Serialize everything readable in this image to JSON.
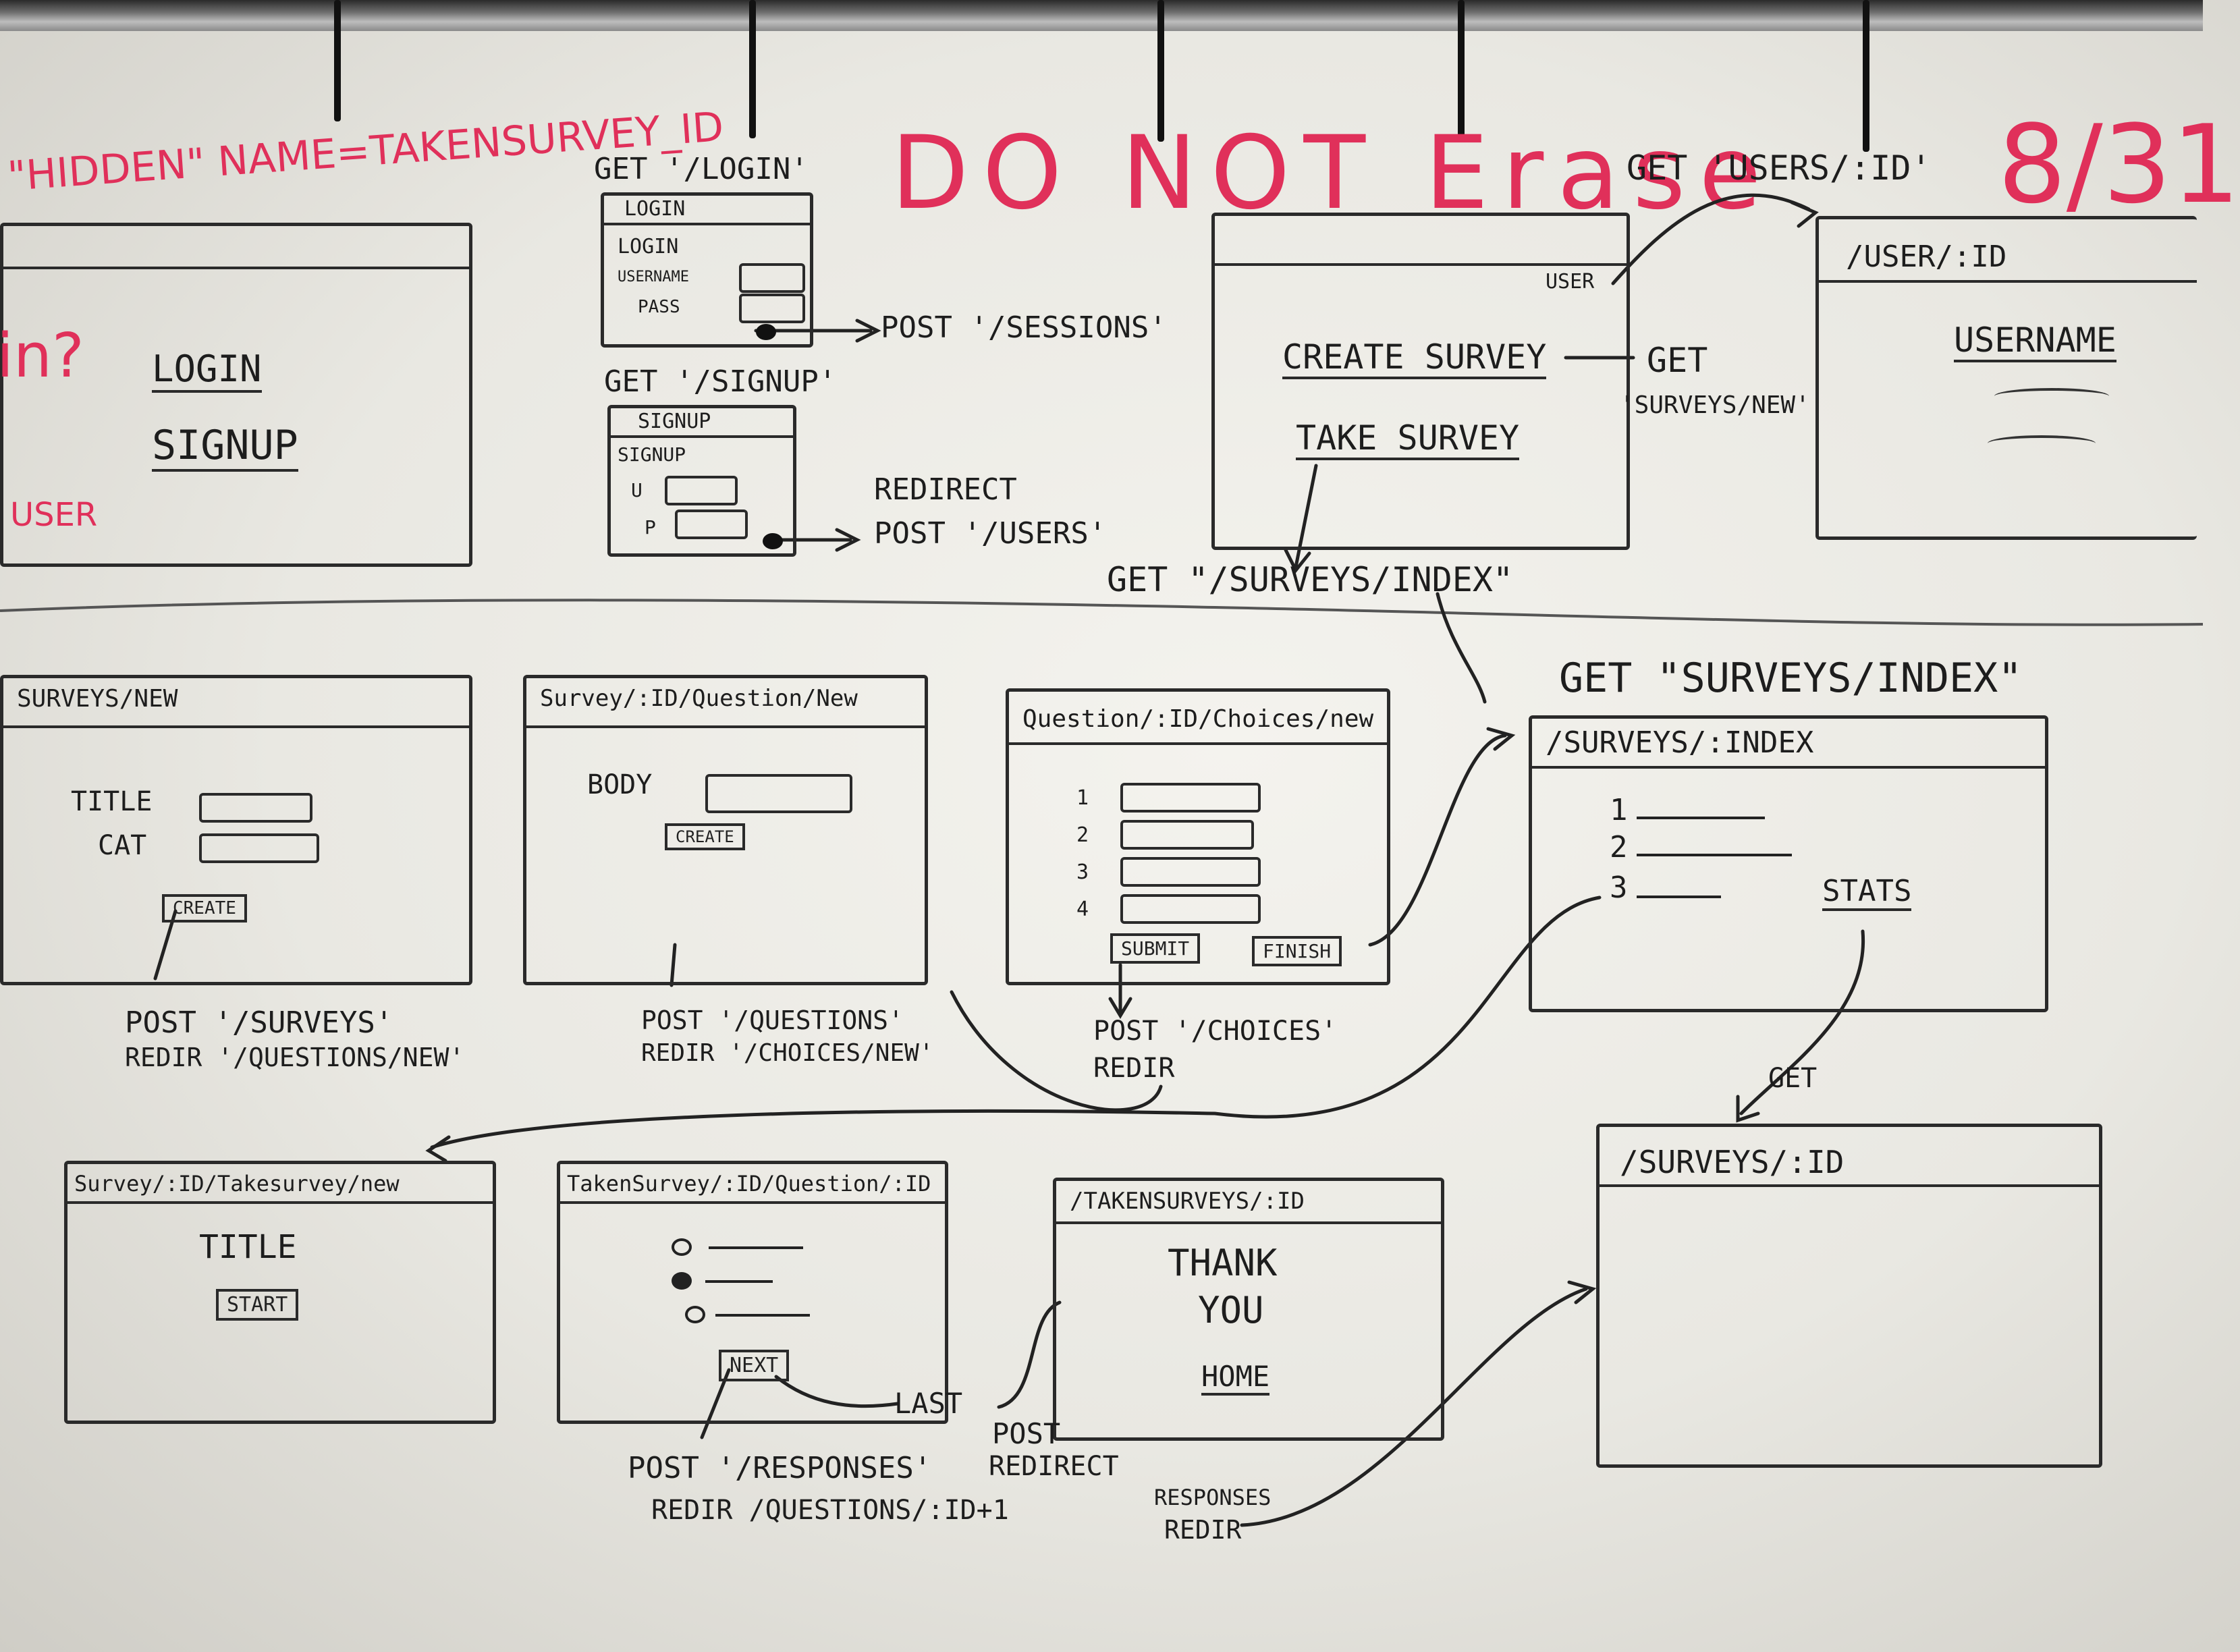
{
  "header": {
    "hidden_field_note": "\"HIDDEN\" NAME=TAKENSURVEY_ID",
    "do_not_erase": "DO NOT Erase",
    "date": "8/31"
  },
  "login_landing": {
    "side_note": "in?",
    "login": "LOGIN",
    "signup": "SIGNUP",
    "user": "USER"
  },
  "login_form": {
    "route": "GET '/LOGIN'",
    "title": "LOGIN",
    "heading": "LOGIN",
    "username": "USERNAME",
    "pass": "PASS",
    "post": "POST '/SESSIONS'"
  },
  "signup_form": {
    "route": "GET '/SIGNUP'",
    "title": "SIGNUP",
    "heading": "SIGNUP",
    "u": "U",
    "p": "P",
    "redirect": "REDIRECT",
    "post": "POST '/USERS'"
  },
  "user_home": {
    "user_link": "USER",
    "create_survey": "CREATE SURVEY",
    "take_survey": "TAKE SURVEY",
    "get_new": "GET",
    "get_new_path": "'SURVEYS/NEW'",
    "get_user": "GET 'USERS/:ID'",
    "get_index": "GET \"/SURVEYS/INDEX\""
  },
  "user_profile": {
    "title": "/USER/:ID",
    "username": "USERNAME"
  },
  "survey_new": {
    "title": "SURVEYS/NEW",
    "title_label": "TITLE",
    "cat_label": "CAT",
    "create": "CREATE",
    "post": "POST '/SURVEYS'",
    "redir": "REDIR '/QUESTIONS/NEW'"
  },
  "question_new": {
    "title": "Survey/:ID/Question/New",
    "body_label": "BODY",
    "create": "CREATE",
    "post": "POST '/QUESTIONS'",
    "redir": "REDIR '/CHOICES/NEW'"
  },
  "choices_new": {
    "title": "Question/:ID/Choices/new",
    "numbers": [
      "1",
      "2",
      "3",
      "4"
    ],
    "submit": "SUBMIT",
    "finish": "FINISH",
    "post": "POST '/CHOICES'",
    "redir": "REDIR"
  },
  "surveys_index": {
    "route": "GET \"SURVEYS/INDEX\"",
    "title": "/SURVEYS/:INDEX",
    "items": [
      "1",
      "2",
      "3"
    ],
    "stats": "STATS",
    "get": "GET"
  },
  "take_survey_new": {
    "title": "Survey/:ID/Takesurvey/new",
    "title_label": "TITLE",
    "start": "START"
  },
  "take_survey_question": {
    "title": "TakenSurvey/:ID/Question/:ID",
    "next": "NEXT",
    "last": "LAST",
    "post": "POST '/RESPONSES'",
    "redir": "REDIR /QUESTIONS/:ID+1"
  },
  "taken_survey": {
    "title": "/TAKENSURVEYS/:ID",
    "thank": "THANK",
    "you": "YOU",
    "home": "HOME",
    "post": "POST",
    "redirect": "REDIRECT",
    "responses": "RESPONSES",
    "redir": "REDIR"
  },
  "survey_show": {
    "title": "/SURVEYS/:ID"
  }
}
